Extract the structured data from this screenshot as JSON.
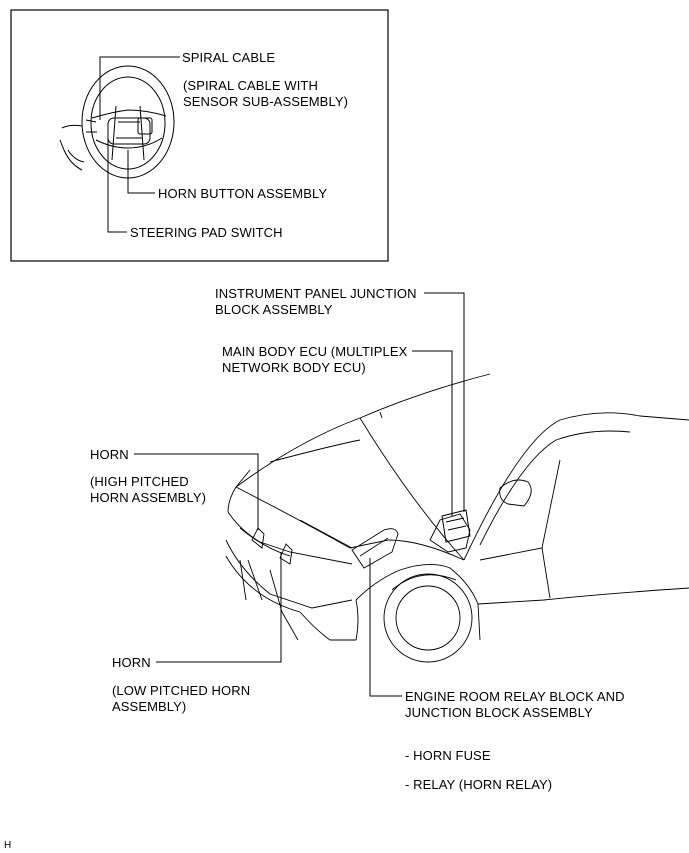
{
  "inset": {
    "spiral_cable": "SPIRAL CABLE",
    "spiral_cable_sub1": "(SPIRAL CABLE WITH",
    "spiral_cable_sub2": "SENSOR SUB-ASSEMBLY)",
    "horn_button": "HORN BUTTON ASSEMBLY",
    "steering_pad": "STEERING PAD SWITCH"
  },
  "main": {
    "ip_junction_1": "INSTRUMENT PANEL JUNCTION",
    "ip_junction_2": "BLOCK ASSEMBLY",
    "body_ecu_1": "MAIN BODY ECU (MULTIPLEX",
    "body_ecu_2": "NETWORK BODY ECU)",
    "horn_high": "HORN",
    "horn_high_sub1": "(HIGH PITCHED",
    "horn_high_sub2": "HORN ASSEMBLY)",
    "horn_low": "HORN",
    "horn_low_sub1": "(LOW PITCHED HORN",
    "horn_low_sub2": "ASSEMBLY)",
    "engine_room_1": "ENGINE ROOM RELAY BLOCK AND",
    "engine_room_2": "JUNCTION BLOCK ASSEMBLY",
    "horn_fuse": "- HORN FUSE",
    "relay": "- RELAY (HORN RELAY)"
  },
  "footer_code": "H"
}
